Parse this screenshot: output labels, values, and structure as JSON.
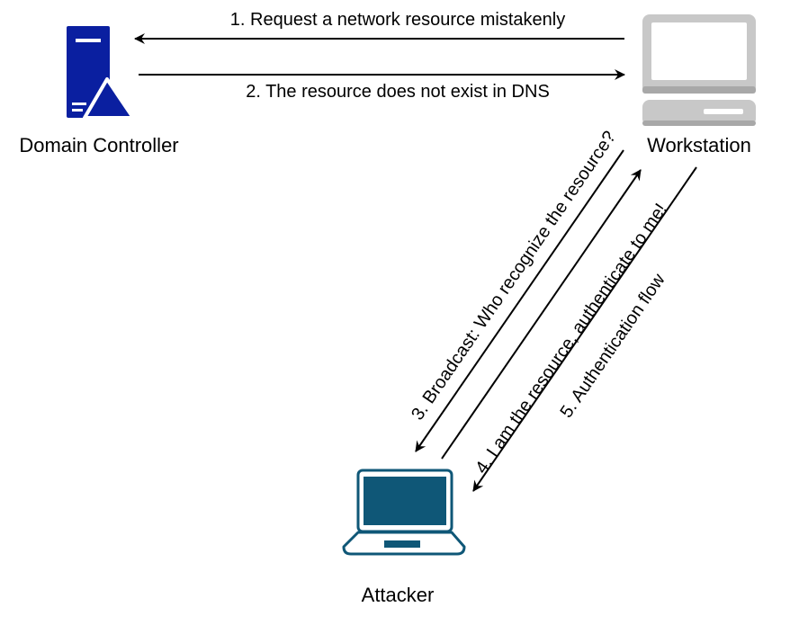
{
  "nodes": {
    "domain_controller": {
      "label": "Domain Controller",
      "icon": "server-icon",
      "color": "#0a1fa0"
    },
    "workstation": {
      "label": "Workstation",
      "icon": "desktop-computer-icon",
      "color": "#c8c8c8"
    },
    "attacker": {
      "label": "Attacker",
      "icon": "laptop-icon",
      "color": "#0f5777"
    }
  },
  "edges": [
    {
      "id": "step1",
      "from": "Workstation",
      "to": "Domain Controller",
      "label": "1. Request a network resource mistakenly"
    },
    {
      "id": "step2",
      "from": "Domain Controller",
      "to": "Workstation",
      "label": "2. The resource does not exist in DNS"
    },
    {
      "id": "step3",
      "from": "Workstation",
      "to": "Attacker",
      "label": "3. Broadcast: Who recognize the resource?"
    },
    {
      "id": "step4",
      "from": "Attacker",
      "to": "Workstation",
      "label": "4. I am the resource, authenticate to me!"
    },
    {
      "id": "step5",
      "from": "Workstation",
      "to": "Attacker",
      "label": "5. Authentication flow"
    }
  ]
}
